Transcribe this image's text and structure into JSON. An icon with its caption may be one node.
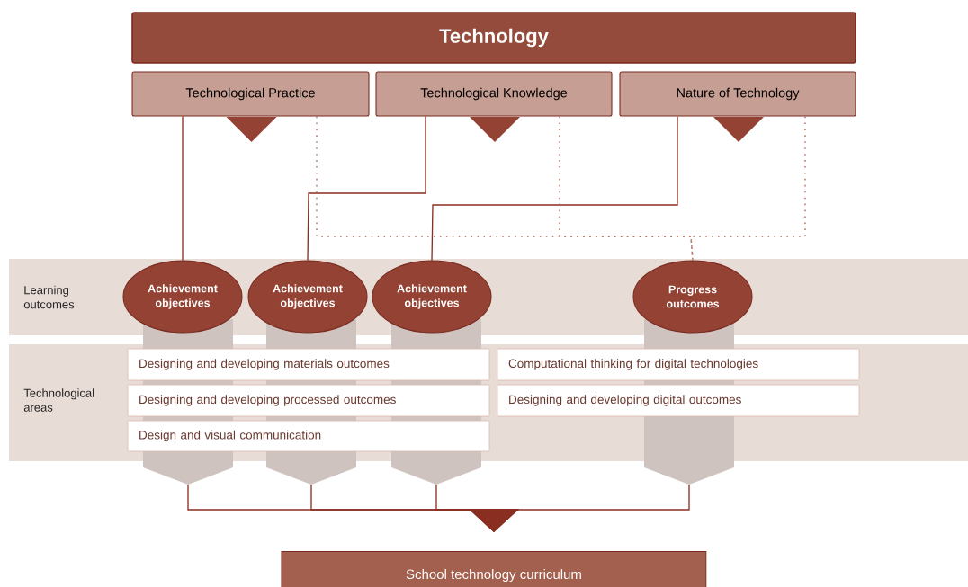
{
  "diagram": {
    "nodes": [
      {
        "text": [
          "Technology"
        ]
      },
      {
        "text": [
          "Technological Practice"
        ]
      },
      {
        "text": [
          "Technological Knowledge"
        ]
      },
      {
        "text": [
          "Nature of Technology"
        ]
      },
      {
        "text": [
          "Learning outcomes"
        ]
      },
      {
        "text": [
          "Achievement objectives"
        ],
        "in": 4
      },
      {
        "text": [
          "Achievement objectives"
        ],
        "in": 4
      },
      {
        "text": [
          "Achievement objectives"
        ],
        "in": 4
      },
      {
        "text": [
          "Progress outcomes"
        ],
        "in": 4
      },
      {
        "text": [
          "Technological areas"
        ]
      },
      {
        "text": [
          "Designing and developing materials outcomes"
        ],
        "in": 9
      },
      {
        "text": [
          "Designing and developing processed outcomes"
        ],
        "in": 9
      },
      {
        "text": [
          "Design and visual communication"
        ],
        "in": 9
      },
      {
        "text": [
          "Computational thinking for digital technologies"
        ],
        "in": 9
      },
      {
        "text": [
          "Designing and developing digital outcomes"
        ],
        "in": 9
      },
      {
        "text": [
          "School technology curriculum"
        ]
      },
      {
        "text": [],
        "shape": "chevron"
      },
      {
        "text": [],
        "shape": "chevron"
      },
      {
        "text": [],
        "shape": "chevron"
      },
      {
        "text": [],
        "shape": "chevron"
      }
    ],
    "edges": [
      {
        "from": 1,
        "to": 5,
        "arrow": "none"
      },
      {
        "from": 2,
        "to": 6,
        "arrow": "none"
      },
      {
        "from": 3,
        "to": 7,
        "arrow": "none"
      },
      {
        "from": 1,
        "to": 8,
        "arrow": "none",
        "style": "dashed"
      },
      {
        "from": 2,
        "to": 8,
        "arrow": "none",
        "style": "dashed"
      },
      {
        "from": 3,
        "to": 8,
        "arrow": "none",
        "style": "dashed"
      },
      {
        "from": 16,
        "to": 15,
        "arrow": "to"
      },
      {
        "from": 17,
        "to": 15,
        "arrow": "to"
      },
      {
        "from": 18,
        "to": 15,
        "arrow": "to"
      },
      {
        "from": 19,
        "to": 15,
        "arrow": "to"
      }
    ]
  }
}
